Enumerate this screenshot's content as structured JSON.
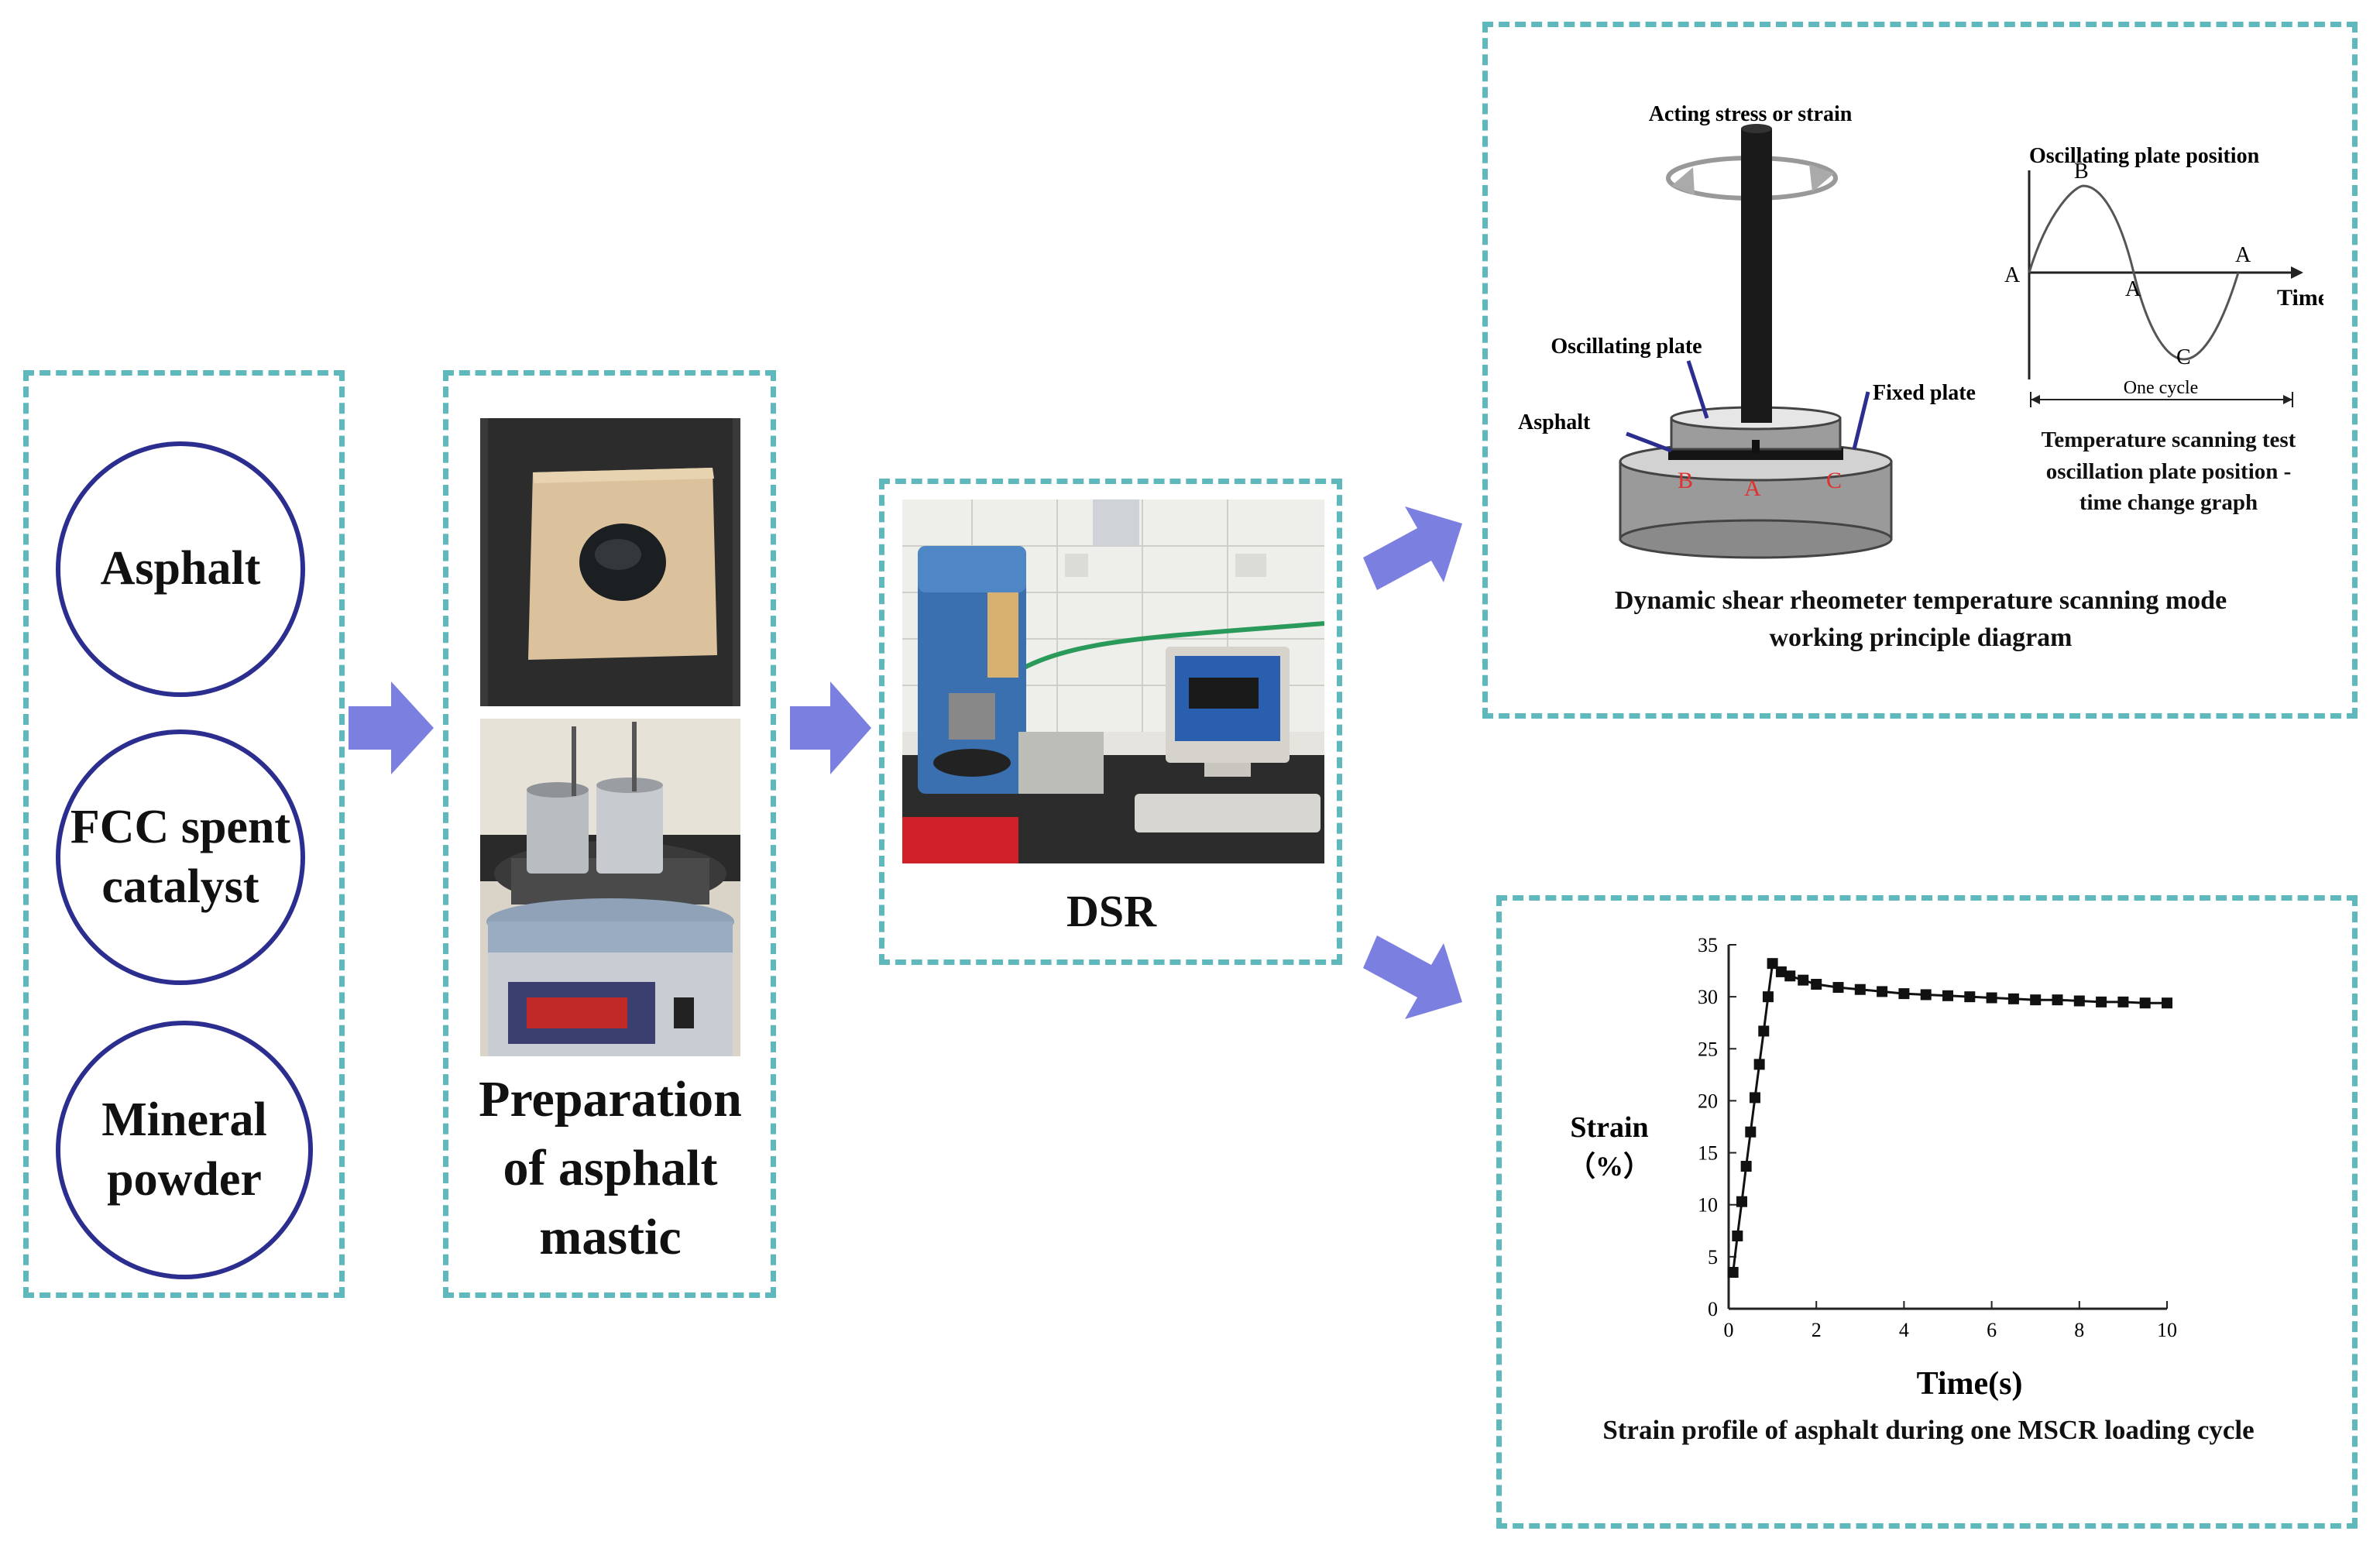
{
  "inputs": {
    "items": [
      {
        "label": "Asphalt"
      },
      {
        "label": "FCC spent\ncatalyst"
      },
      {
        "label": "Mineral\npowder"
      }
    ]
  },
  "preparation": {
    "label": "Preparation\nof asphalt\nmastic"
  },
  "dsr": {
    "label": "DSR"
  },
  "principle": {
    "caption": "Dynamic shear rheometer temperature scanning mode\nworking principle diagram",
    "labels": {
      "acting": "Acting stress or strain",
      "oscillating_plate": "Oscillating plate",
      "asphalt": "Asphalt",
      "fixed_plate": "Fixed plate",
      "pt_b": "B",
      "pt_a": "A",
      "pt_c": "C"
    },
    "sine": {
      "title": "Oscillating plate position",
      "time": "Time",
      "one_cycle": "One cycle",
      "pts": {
        "a_left": "A",
        "b": "B",
        "a_mid": "A",
        "a_right": "A",
        "c": "C"
      },
      "caption": "Temperature scanning test\noscillation plate position -\ntime change graph"
    }
  },
  "mscr": {
    "caption": "Strain profile of asphalt during one MSCR loading cycle"
  },
  "colors": {
    "dash_border": "#5fb8bc",
    "arrow": "#7b7fe0",
    "circle_border": "#2b2e8e",
    "point_red": "#e03030",
    "pointer_blue": "#2b2e8e"
  },
  "chart_data": {
    "type": "line",
    "xlabel": "Time(s)",
    "ylabel": "Strain\n（%）",
    "xlim": [
      0,
      10
    ],
    "ylim": [
      0,
      35
    ],
    "xticks": [
      0,
      2,
      4,
      6,
      8,
      10
    ],
    "yticks": [
      0,
      5,
      10,
      15,
      20,
      25,
      30,
      35
    ],
    "grid": false,
    "series": [
      {
        "x": [
          0.1,
          0.2,
          0.3,
          0.4,
          0.5,
          0.6,
          0.7,
          0.8,
          0.9,
          1.0,
          1.2,
          1.4,
          1.7,
          2.0,
          2.5,
          3.0,
          3.5,
          4.0,
          4.5,
          5.0,
          5.5,
          6.0,
          6.5,
          7.0,
          7.5,
          8.0,
          8.5,
          9.0,
          9.5,
          10.0
        ],
        "y": [
          3.5,
          7.0,
          10.3,
          13.7,
          17.0,
          20.3,
          23.5,
          26.7,
          30.0,
          33.2,
          32.4,
          32.0,
          31.6,
          31.2,
          30.9,
          30.7,
          30.5,
          30.3,
          30.2,
          30.1,
          30.0,
          29.9,
          29.8,
          29.7,
          29.7,
          29.6,
          29.5,
          29.5,
          29.4,
          29.4
        ]
      }
    ]
  }
}
